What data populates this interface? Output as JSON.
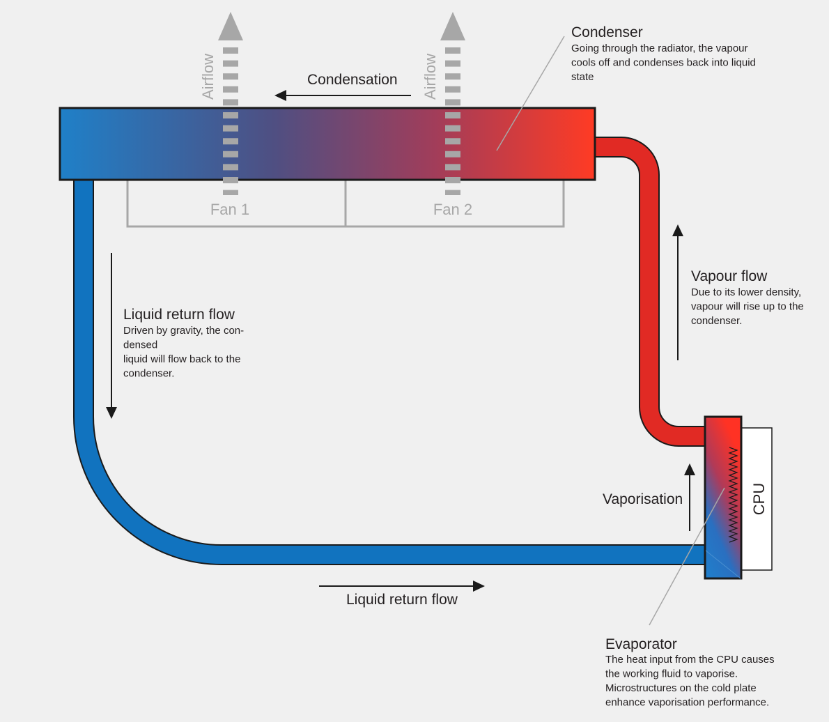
{
  "labels": {
    "condenser_title": "Condenser",
    "condenser_desc": [
      "Going through the radiator, the vapour",
      "cools off and condenses back into liquid",
      "state"
    ],
    "condensation": "Condensation",
    "airflow_1": "Airflow",
    "airflow_2": "Airflow",
    "fan_1": "Fan 1",
    "fan_2": "Fan 2",
    "vapour_title": "Vapour flow",
    "vapour_desc": [
      "Due to its lower density,",
      "vapour will rise up to the",
      "condenser."
    ],
    "liquid_return_title": "Liquid return flow",
    "liquid_return_desc": [
      "Driven by gravity, the con-",
      "densed",
      "liquid will flow back to the",
      "condenser."
    ],
    "liquid_return_bottom": "Liquid return flow",
    "vaporisation": "Vaporisation",
    "cpu": "CPU",
    "evaporator_title": "Evaporator",
    "evaporator_desc": [
      "The heat input from the CPU causes",
      "the working fluid to vaporise.",
      "Microstructures on the cold plate",
      "enhance vaporisation performance."
    ]
  },
  "colors": {
    "liquid_blue": "#1173bf",
    "vapour_red": "#e12a24",
    "condenser_blue": "#1f80c8",
    "condenser_red": "#ff3b24",
    "fan_gray": "#a7a7a7",
    "outline": "#1a1a1a"
  }
}
